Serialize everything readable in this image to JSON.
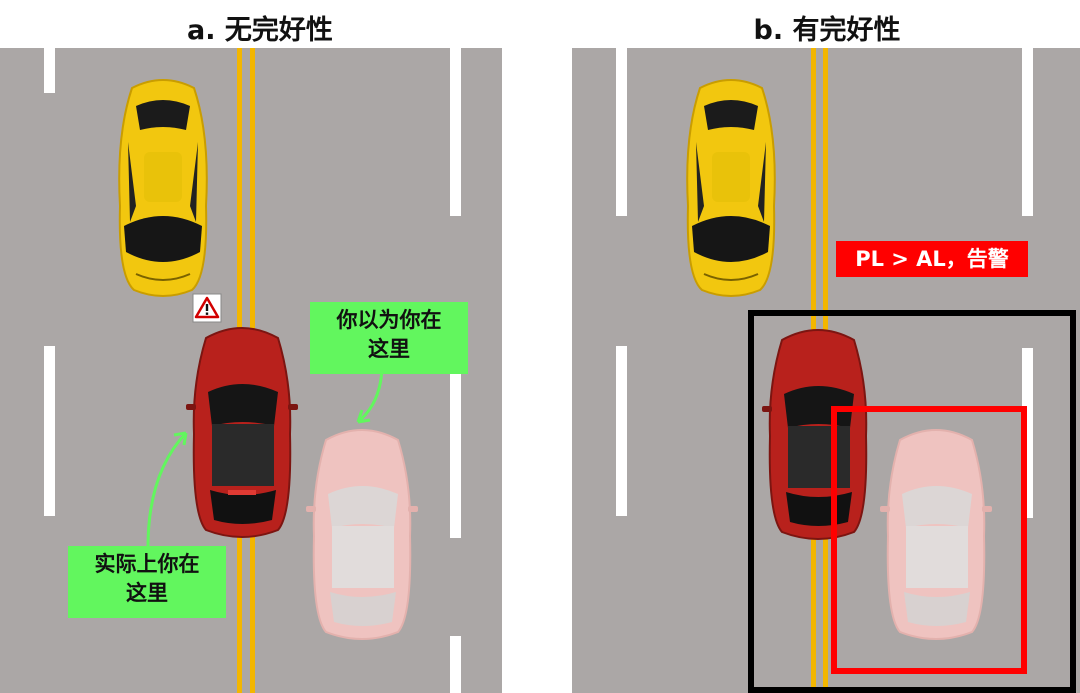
{
  "panel_a": {
    "title": "a. 无完好性",
    "callout_perceived": "你以为你在\n这里",
    "callout_actual": "实际上你在\n这里"
  },
  "panel_b": {
    "title": "b. 有完好性",
    "alert": "PL > AL，告警"
  },
  "colors": {
    "road": "#aba7a6",
    "lane_marking": "#ffffff",
    "center_line": "#f3b600",
    "yellow_car": "#f2c70f",
    "red_car": "#b8211c",
    "ghost_car": "#f7c7c3",
    "callout": "#62f65e",
    "alert": "#ff0000",
    "protection_frame": "#000000",
    "error_frame": "#ff0000"
  },
  "icons": {
    "warning": "warning-triangle-icon",
    "arrow_perceived": "curved-arrow-icon",
    "arrow_actual": "curved-arrow-icon"
  }
}
